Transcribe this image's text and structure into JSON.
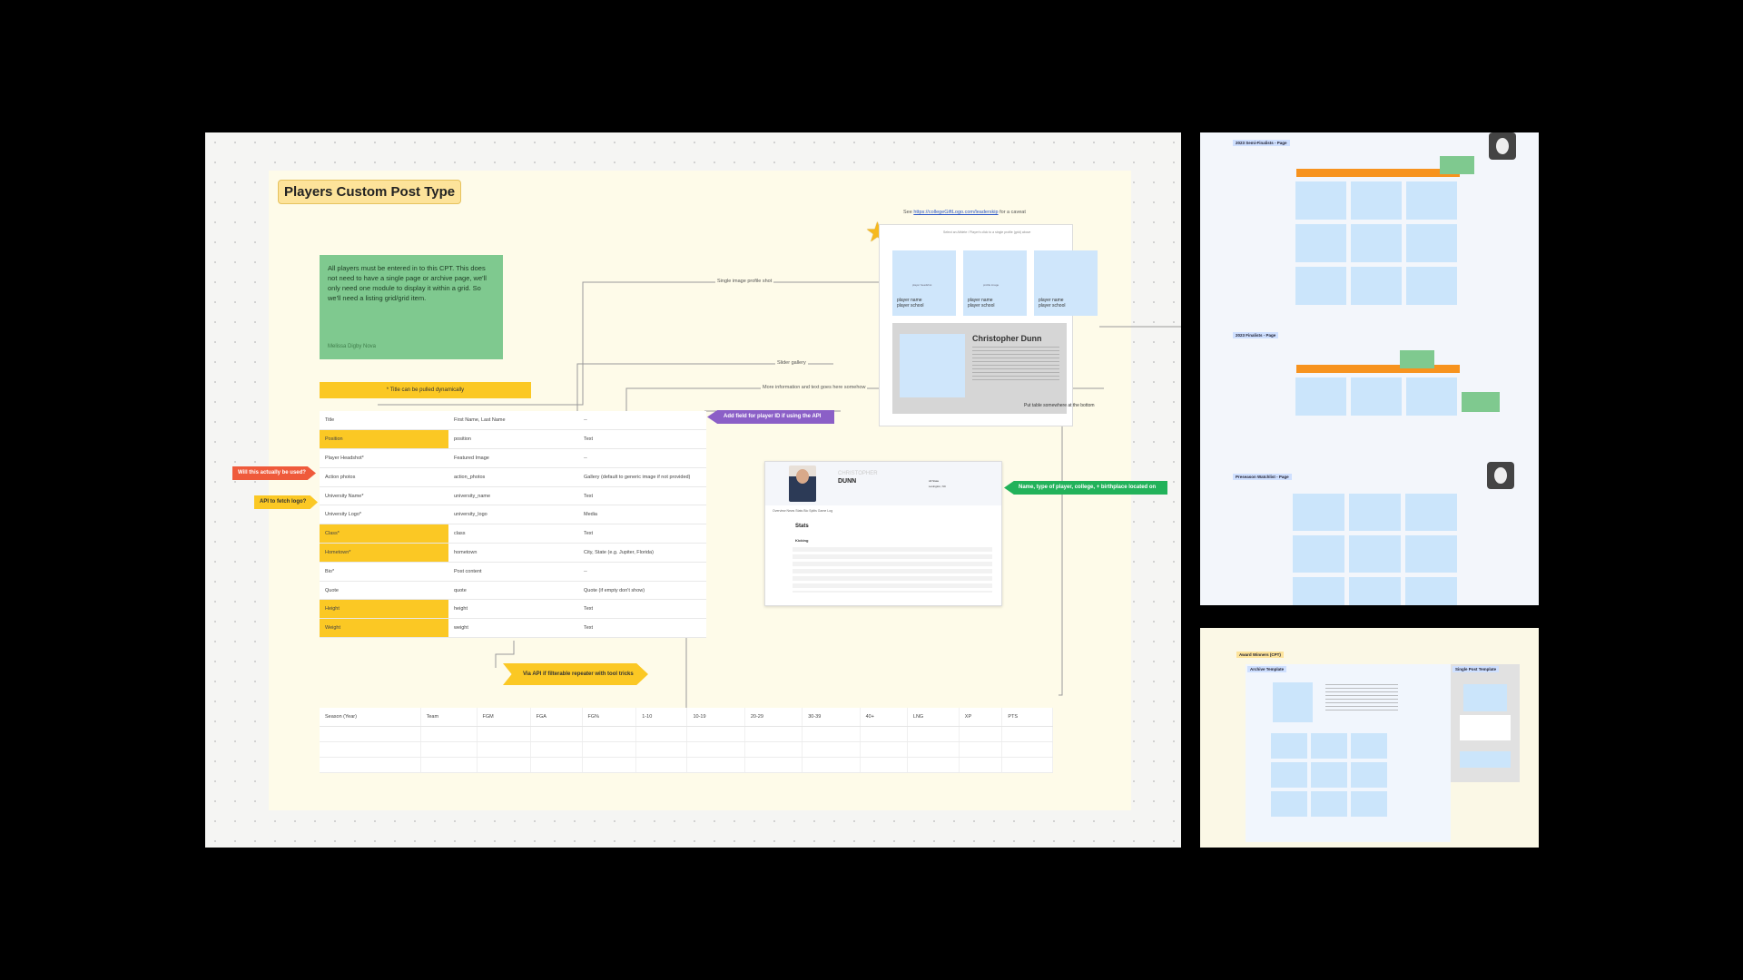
{
  "main_board": {
    "title": "Players Custom Post Type",
    "sticky_note": "All players must be entered in to this CPT. This does not need to have a single page or archive page, we'll only need one module to display it within a grid. So we'll need a listing grid/grid item.",
    "sticky_author": "Melissa Digby Nova",
    "note_bar": "* Title can be pulled dynamically",
    "fields": [
      {
        "name": "Title",
        "key": "First Name, Last Name",
        "type": "--",
        "hl": false
      },
      {
        "name": "Position",
        "key": "position",
        "type": "Text",
        "hl": true
      },
      {
        "name": "Player Headshot*",
        "key": "Featured Image",
        "type": "--",
        "hl": false
      },
      {
        "name": "Action photos",
        "key": "action_photos",
        "type": "Gallery (default to generic image if not provided)",
        "hl": false
      },
      {
        "name": "University Name*",
        "key": "university_name",
        "type": "Text",
        "hl": false
      },
      {
        "name": "University Logo*",
        "key": "university_logo",
        "type": "Media",
        "hl": false
      },
      {
        "name": "Class*",
        "key": "class",
        "type": "Text",
        "hl": true
      },
      {
        "name": "Hometown*",
        "key": "hometown",
        "type": "City, State (e.g. Jupiter, Florida)",
        "hl": true
      },
      {
        "name": "Bio*",
        "key": "Post content",
        "type": "--",
        "hl": false
      },
      {
        "name": "Quote",
        "key": "quote",
        "type": "Quote (if empty don't show)",
        "hl": false
      },
      {
        "name": "Height",
        "key": "height",
        "type": "Text",
        "hl": true
      },
      {
        "name": "Weight",
        "key": "weight",
        "type": "Text",
        "hl": true
      }
    ],
    "tags": {
      "red": "Will this actually be used?",
      "orange": "API to fetch logo?",
      "purple": "Add field for player ID if using the API route",
      "green": "Name, type of player, college, + birthplace located on top",
      "api": "Via API if filterable repeater with tool tricks"
    },
    "stats_columns": [
      "Season (Year)",
      "Team",
      "FGM",
      "FGA",
      "FG%",
      "1-10",
      "10-19",
      "20-29",
      "30-39",
      "40+",
      "LNG",
      "XP",
      "PTS"
    ],
    "connector_labels": {
      "single_image": "Single image profile shot",
      "slider": "Slider gallery",
      "more_info": "More information and text goes here somehow"
    },
    "link_note_prefix": "See",
    "link_url": "https://collegeGiftLogo.com/leaderskip",
    "link_note_suffix": "for a caveat",
    "mock": {
      "header": "Select an Athlete / Player's click to a single profile (grid) above",
      "cards": [
        {
          "label": "player headshot",
          "name": "player name",
          "school": "player school"
        },
        {
          "label": "profile image",
          "name": "player name",
          "school": "player school"
        },
        {
          "label": "",
          "name": "player name",
          "school": "player school"
        }
      ],
      "detail_name": "Christopher Dunn",
      "detail_note": "Put table somewhere at the bottom"
    },
    "profile": {
      "first": "CHRISTOPHER",
      "last": "DUNN",
      "meta1": "All State",
      "meta2": "Lexington, NC",
      "tabs": "Overview  News  Stats  Bio  Splits  Game Log",
      "stats_title": "Stats",
      "sub": "Kicking"
    }
  },
  "side_boards": {
    "semi_finalists": "2023 Semi-Finalists - Page",
    "finalists": "2023 Finalists - Page",
    "preseason": "Preseason Watchlist - Page",
    "award_winners": "Award Winners (CPT)",
    "archive_template": "Archive Template",
    "single_template": "Single Post Template"
  }
}
